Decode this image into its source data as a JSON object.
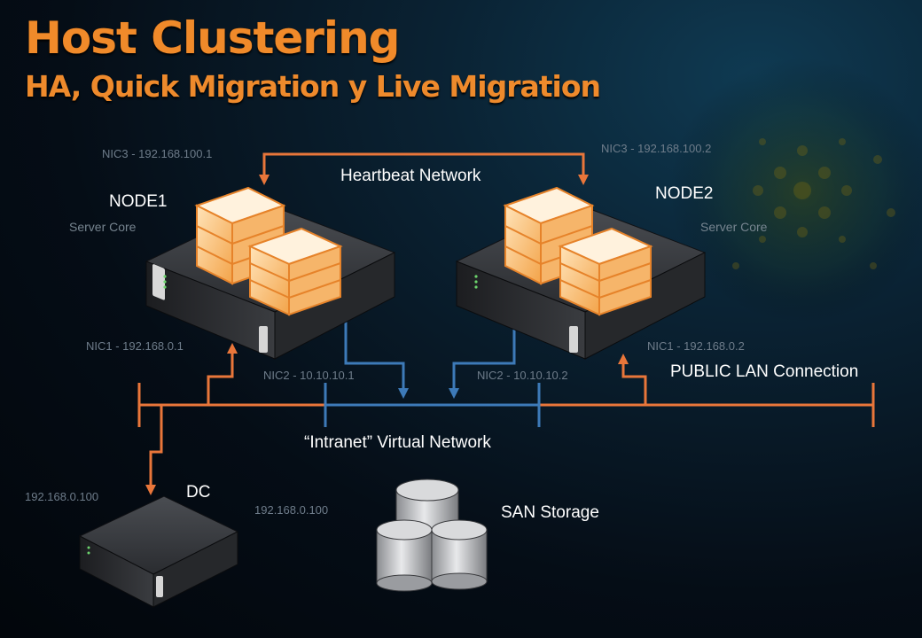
{
  "slide": {
    "title": "Host Clustering",
    "subtitle": "HA, Quick Migration y Live Migration"
  },
  "nodes": {
    "node1": {
      "name": "NODE1",
      "os": "Server Core"
    },
    "node2": {
      "name": "NODE2",
      "os": "Server Core"
    },
    "dc": {
      "name": "DC"
    }
  },
  "nics": {
    "node1_nic3": "NIC3 - 192.168.100.1",
    "node2_nic3": "NIC3 - 192.168.100.2",
    "node1_nic1": "NIC1 - 192.168.0.1",
    "node2_nic1": "NIC1 - 192.168.0.2",
    "node1_nic2": "NIC2 - 10.10.10.1",
    "node2_nic2": "NIC2 - 10.10.10.2",
    "dc_ip": "192.168.0.100",
    "san_ip": "192.168.0.100"
  },
  "networks": {
    "heartbeat": "Heartbeat Network",
    "public_lan": "PUBLIC LAN Connection",
    "intranet": "“Intranet” Virtual Network"
  },
  "storage": {
    "label": "SAN Storage"
  },
  "colors": {
    "title": "#f08a2a",
    "public_line": "#e9763a",
    "heartbeat_line": "#e9763a",
    "intranet_line": "#3d7ab8",
    "label_white": "#ffffff",
    "label_gray": "#6e7c8a"
  }
}
